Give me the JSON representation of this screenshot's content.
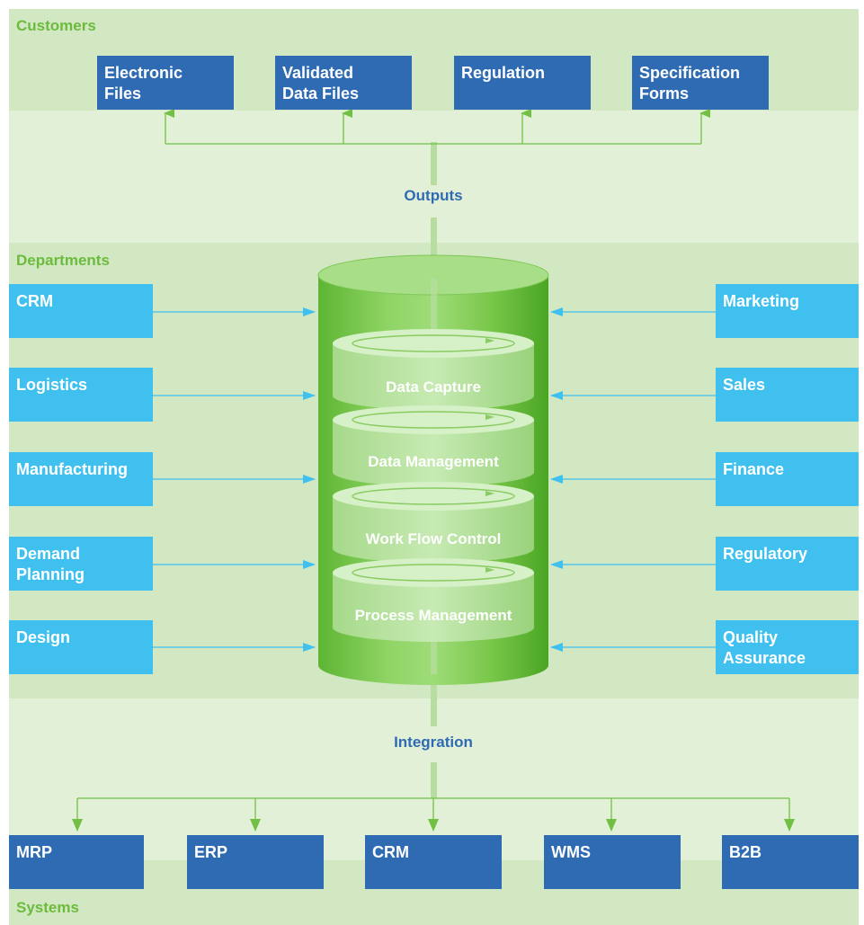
{
  "customers": {
    "title": "Customers",
    "items": [
      "Electronic\nFiles",
      "Validated\nData Files",
      "Regulation",
      "Specification\nForms"
    ]
  },
  "outputs_label": "Outputs",
  "departments": {
    "title": "Departments",
    "left": [
      "CRM",
      "Logistics",
      "Manufacturing",
      "Demand\nPlanning",
      "Design"
    ],
    "right": [
      "Marketing",
      "Sales",
      "Finance",
      "Regulatory",
      "Quality\nAssurance"
    ]
  },
  "core_layers": [
    "Data Capture",
    "Data Management",
    "Work Flow Control",
    "Process Management"
  ],
  "integration_label": "Integration",
  "systems": {
    "title": "Systems",
    "items": [
      "MRP",
      "ERP",
      "CRM",
      "WMS",
      "B2B"
    ]
  },
  "colors": {
    "dark_blue": "#2f6bb2",
    "light_blue": "#40c0ee",
    "green_title": "#6cbb3c",
    "band_dark": "#d2e8c3",
    "band_light": "#e3f0d8",
    "green_arrow": "#72c043"
  }
}
